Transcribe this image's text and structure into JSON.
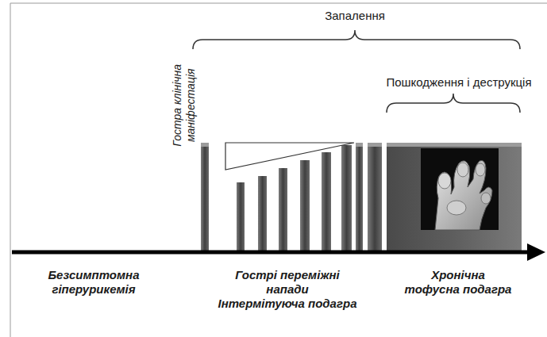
{
  "diagram": {
    "labels": [
      "Запалення",
      "Пошкодження і деструкція",
      "Гостра клінічна маніфестація",
      "Безсимптомна гіперурикемія",
      "Гострі переміжні напади",
      "Інтермітуюча подагра",
      "Хронічна тофусна подагра"
    ]
  }
}
